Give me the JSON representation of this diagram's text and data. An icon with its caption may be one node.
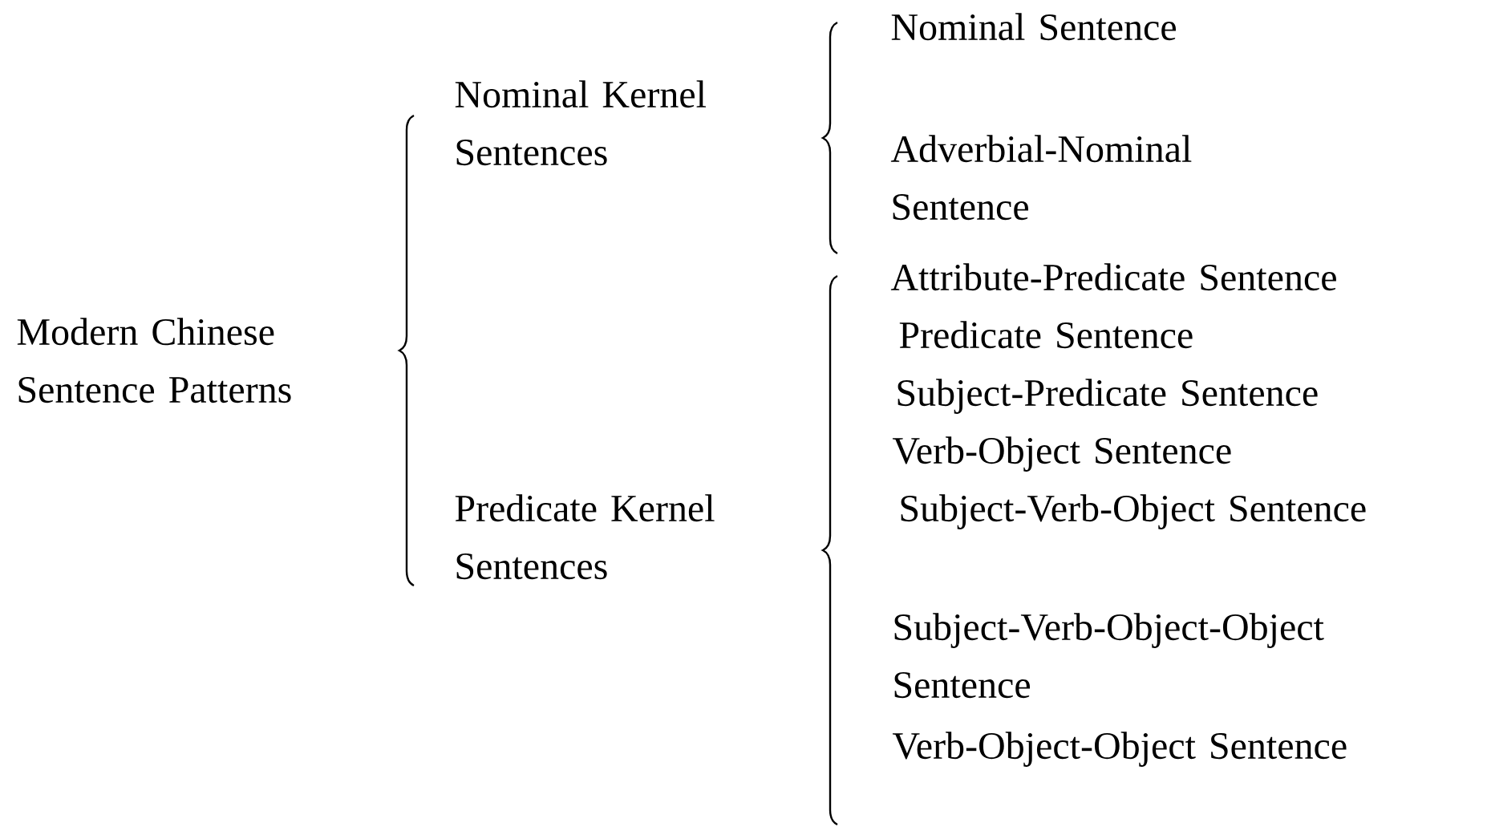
{
  "diagram": {
    "labels": [
      "Modern Chinese Sentence Patterns",
      "Nominal Kernel Sentences",
      "Predicate Kernel Sentences",
      "Nominal Sentence",
      "Adverbial-Nominal Sentence",
      "Attribute-Predicate Sentence",
      "Predicate Sentence",
      "Subject-Predicate Sentence",
      "Verb-Object Sentence",
      "Subject-Verb-Object Sentence",
      "Subject-Verb-Object-Object Sentence",
      "Verb-Object-Object Sentence"
    ]
  }
}
